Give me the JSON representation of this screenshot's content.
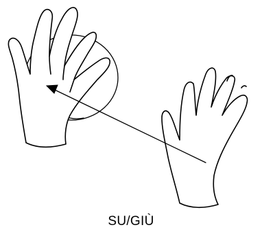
{
  "caption": "SU/GIÙ",
  "colors": {
    "line": "#000000",
    "background": "#ffffff"
  },
  "figure": {
    "elements": [
      "left-hand",
      "round-object",
      "right-hand",
      "movement-arrow"
    ]
  }
}
